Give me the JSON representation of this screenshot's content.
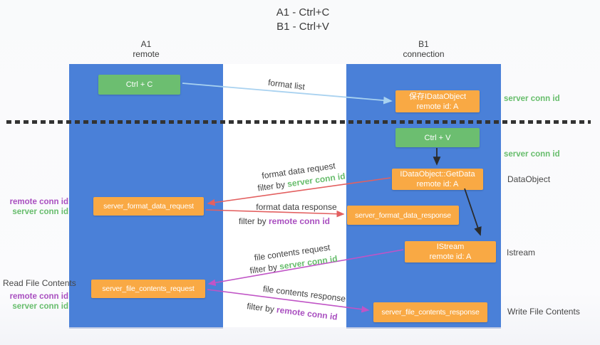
{
  "title": {
    "line1": "A1 - Ctrl+C",
    "line2": "B1 - Ctrl+V"
  },
  "columns": [
    {
      "name": "A1",
      "role": "remote"
    },
    {
      "name": "B1",
      "role": "connection"
    }
  ],
  "nodes": {
    "ctrl_c": "Ctrl + C",
    "ctrl_v": "Ctrl + V",
    "save_idataobject": {
      "line1": "保存IDataObject",
      "line2": "remote id: A"
    },
    "getdata": {
      "line1": "IDataObject::GetData",
      "line2": "remote id: A"
    },
    "istream": {
      "line1": "IStream",
      "line2": "remote id: A"
    },
    "server_format_data_request": "server_format_data_request",
    "server_format_data_response": "server_format_data_response",
    "server_file_contents_request": "server_file_contents_request",
    "server_file_contents_response": "server_file_contents_response"
  },
  "edge_labels": {
    "format_list": "format list",
    "format_data_request": "format data request",
    "format_data_response": "format data response",
    "file_contents_request": "file contents request",
    "file_contents_response": "file contents response",
    "filter_by": "filter by ",
    "server_conn_id": "server conn id",
    "remote_conn_id": "remote conn id"
  },
  "side_labels": {
    "server_conn_id": "server conn id",
    "remote_conn_id": "remote conn id",
    "dataobject": "DataObject",
    "istream": "Istream",
    "read_file_contents": "Read File Contents",
    "write_file_contents": "Write File Contents"
  },
  "colors": {
    "column_blue": "#4a80d8",
    "box_green": "#6cbe70",
    "box_orange": "#f9a944",
    "arrow_red": "#e36060",
    "arrow_magenta": "#c054c6",
    "arrow_lightblue": "#a9d2f0",
    "arrow_black": "#2b2b2b",
    "text_green": "#67bd6c",
    "text_purple": "#a94fc0",
    "text_dark": "#3d3d3d"
  }
}
